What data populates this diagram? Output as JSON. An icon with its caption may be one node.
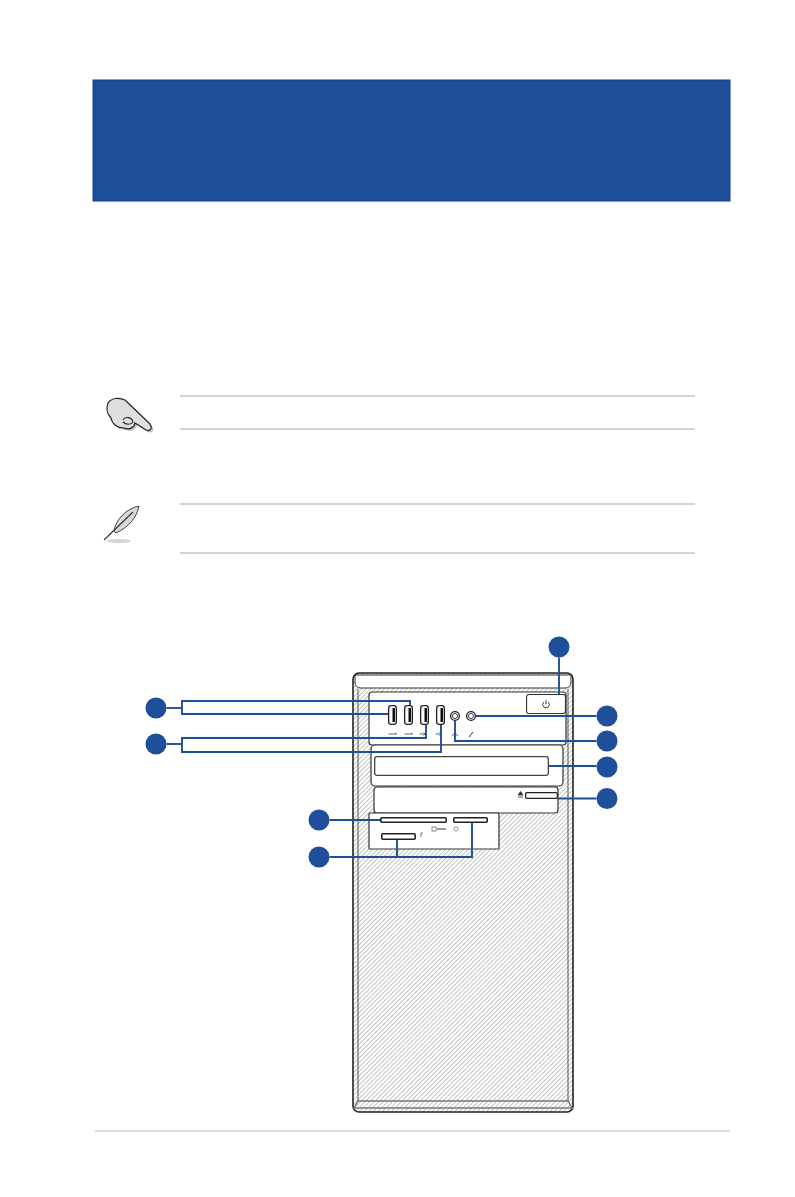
{
  "diagram": {
    "nodes": [
      {
        "text": [],
        "shape": "circle"
      },
      {
        "text": [],
        "shape": "circle"
      },
      {
        "text": [],
        "shape": "box"
      },
      {
        "text": [],
        "shape": "box"
      },
      {
        "text": [],
        "shape": "box"
      },
      {
        "text": [],
        "shape": "box"
      },
      {
        "text": [],
        "shape": "circle"
      },
      {
        "text": [],
        "shape": "circle"
      },
      {
        "text": [],
        "shape": "box"
      },
      {
        "text": [],
        "shape": "circle"
      },
      {
        "text": [],
        "shape": "circle"
      },
      {
        "text": [],
        "shape": "circle"
      },
      {
        "text": [],
        "shape": "box"
      },
      {
        "text": [],
        "shape": "circle"
      },
      {
        "text": [],
        "shape": "bar"
      },
      {
        "text": [],
        "shape": "circle"
      },
      {
        "text": [],
        "shape": "circle"
      },
      {
        "text": [],
        "shape": "bar"
      },
      {
        "text": [],
        "shape": "bar"
      },
      {
        "text": [],
        "shape": "bar"
      },
      {
        "text": [],
        "shape": "circle"
      }
    ],
    "edges": [
      {
        "from": 0,
        "to": 8,
        "arrow": "none"
      },
      {
        "from": 1,
        "to": 2,
        "arrow": "none"
      },
      {
        "from": 1,
        "to": 3,
        "arrow": "none"
      },
      {
        "from": 9,
        "to": 7,
        "arrow": "none"
      },
      {
        "from": 10,
        "to": 4,
        "arrow": "none"
      },
      {
        "from": 10,
        "to": 5,
        "arrow": "none"
      },
      {
        "from": 11,
        "to": 6,
        "arrow": "none"
      },
      {
        "from": 13,
        "to": 12,
        "arrow": "none"
      },
      {
        "from": 15,
        "to": 14,
        "arrow": "none"
      },
      {
        "from": 16,
        "to": 17,
        "arrow": "none"
      },
      {
        "from": 20,
        "to": 19,
        "arrow": "none"
      },
      {
        "from": 20,
        "to": 18,
        "arrow": "none"
      }
    ]
  }
}
